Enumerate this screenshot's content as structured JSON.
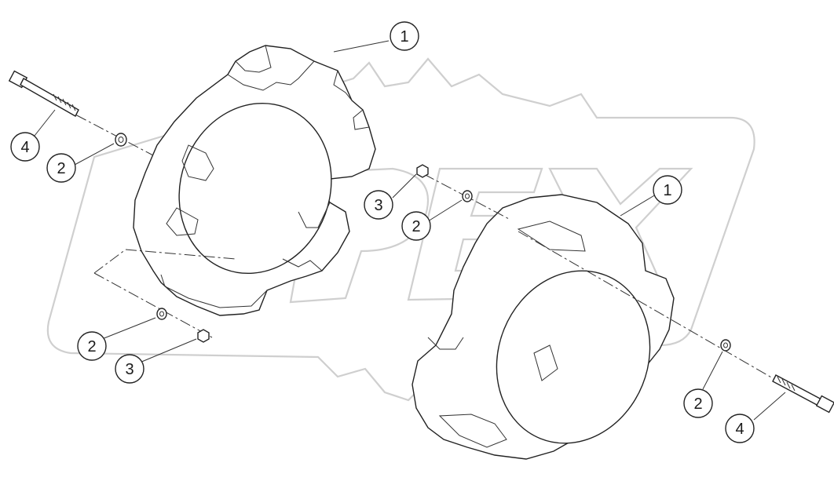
{
  "watermark": {
    "text": "OPEX",
    "color": "#cfcfcf"
  },
  "callouts": [
    {
      "id": "c1a",
      "label": "1"
    },
    {
      "id": "c1b",
      "label": "1"
    },
    {
      "id": "c2a",
      "label": "2"
    },
    {
      "id": "c2b",
      "label": "2"
    },
    {
      "id": "c2c",
      "label": "2"
    },
    {
      "id": "c2d",
      "label": "2"
    },
    {
      "id": "c3a",
      "label": "3"
    },
    {
      "id": "c3b",
      "label": "3"
    },
    {
      "id": "c4a",
      "label": "4"
    },
    {
      "id": "c4b",
      "label": "4"
    }
  ],
  "parts": {
    "1": "wheel-weight",
    "2": "washer",
    "3": "nut",
    "4": "bolt"
  }
}
